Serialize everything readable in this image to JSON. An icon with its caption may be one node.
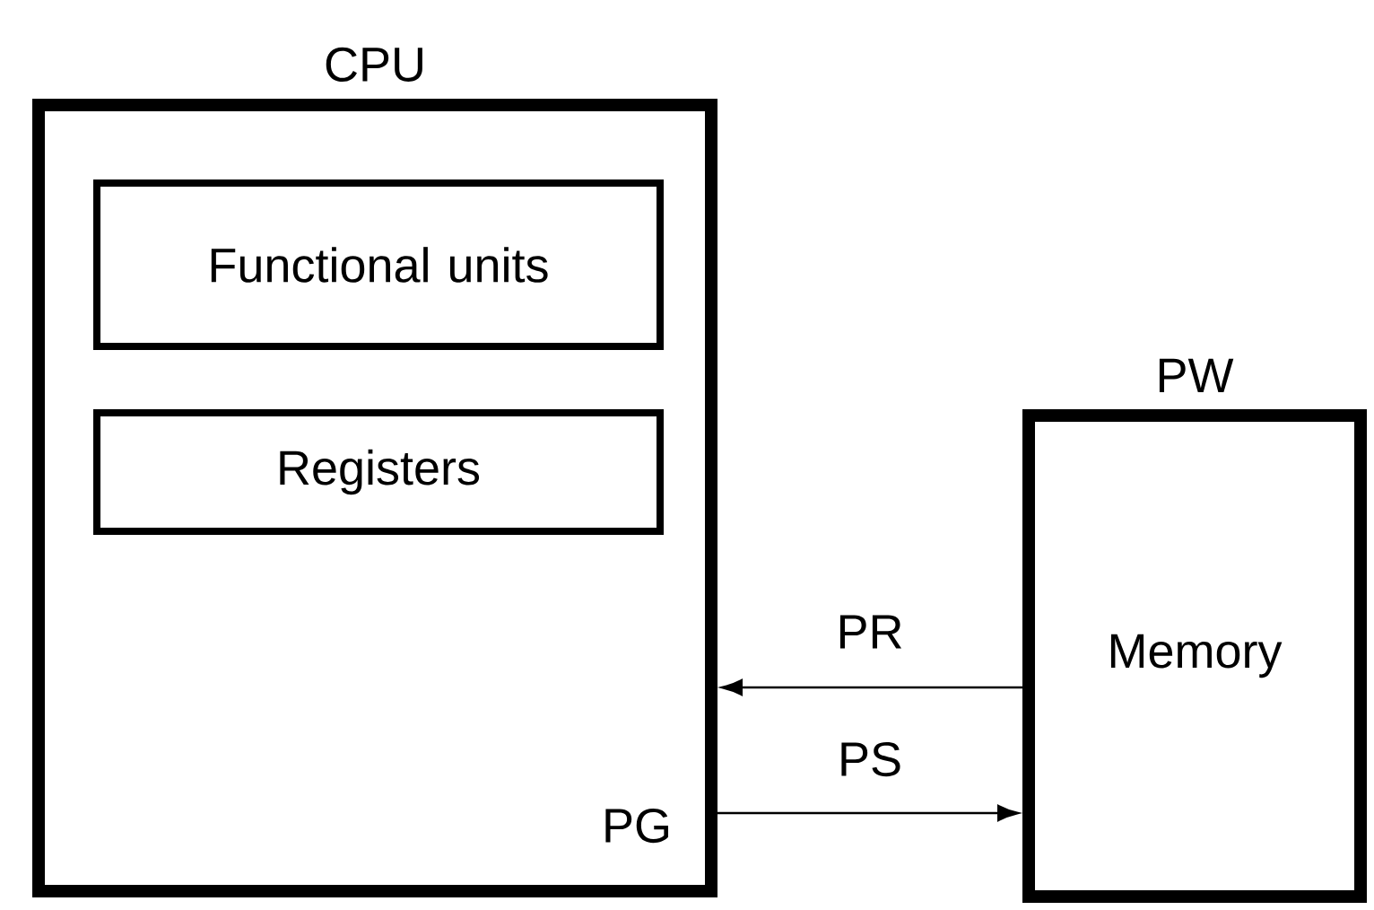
{
  "diagram": {
    "nodes": [
      {
        "text": [
          "CPU"
        ]
      },
      {
        "text": [
          "Functional units"
        ],
        "in": 0
      },
      {
        "text": [
          "Registers"
        ],
        "in": 0
      },
      {
        "text": [
          "PW",
          "Memory"
        ]
      }
    ],
    "edges": [
      {
        "from": 3,
        "to": 0,
        "arrow": "to",
        "label": "PR"
      },
      {
        "from": 0,
        "to": 3,
        "arrow": "to",
        "label": "PS"
      }
    ],
    "labels": [
      "PG"
    ]
  }
}
